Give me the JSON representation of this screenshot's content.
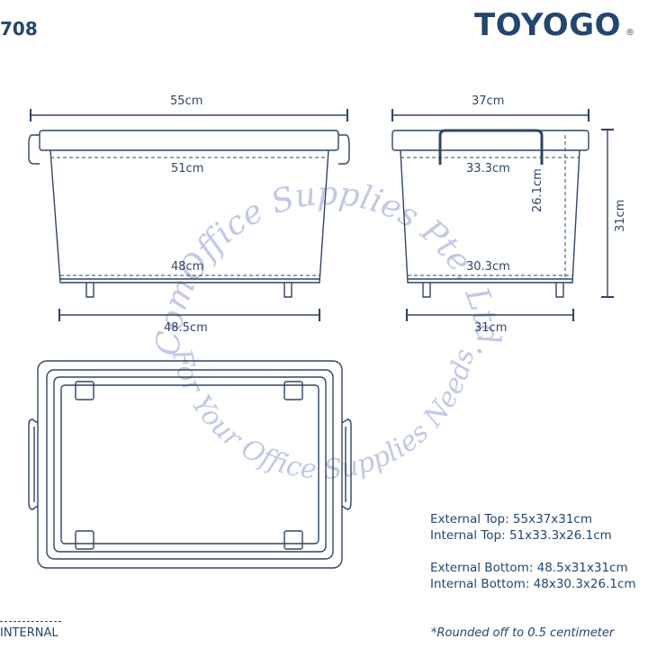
{
  "header": {
    "model": "708",
    "brand": "TOYOGO",
    "reg_mark": "®"
  },
  "front_view": {
    "top_width": "55cm",
    "internal_top_width": "51cm",
    "internal_bottom_width": "48cm",
    "bottom_width": "48.5cm"
  },
  "side_view": {
    "top_width": "37cm",
    "internal_top_width": "33.3cm",
    "internal_bottom_width": "30.3cm",
    "bottom_width": "31cm",
    "internal_height": "26.1cm",
    "external_height": "31cm"
  },
  "specs": [
    "External Top: 55x37x31cm",
    "Internal Top: 51x33.3x26.1cm",
    "",
    "External Bottom: 48.5x31x31cm",
    "Internal Bottom: 48x30.3x26.1cm"
  ],
  "note": "*Rounded off to 0.5 centimeter",
  "legend": {
    "label": "INTERNAL"
  },
  "watermark": {
    "outer": "~ ComOffice Supplies Pte. Ltd. ~",
    "inner": "~ For Your Office Supplies Needs ~"
  },
  "colors": {
    "line": "#2f4666",
    "brand": "#24466f",
    "watermark": "#c3c8e6"
  }
}
